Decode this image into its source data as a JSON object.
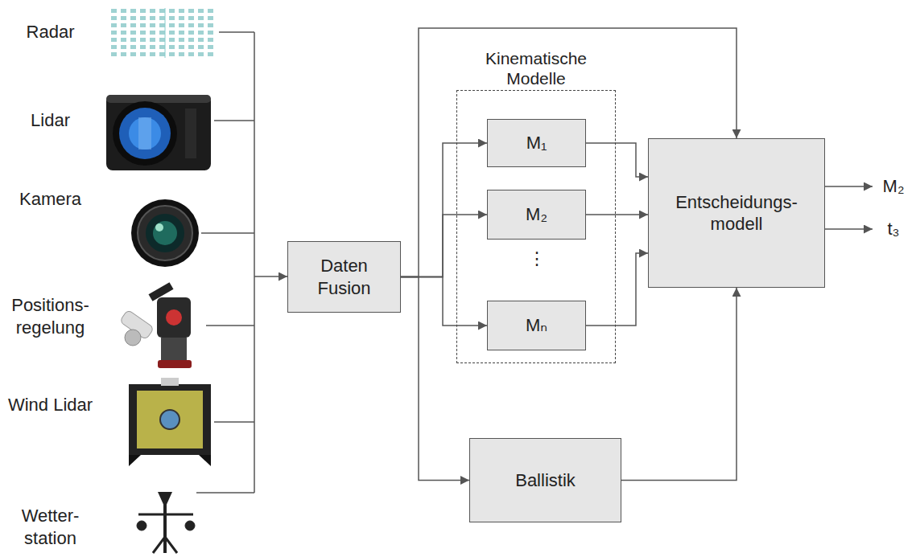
{
  "diagram": {
    "nodes": [
      {
        "text": [
          "Daten Fusion"
        ]
      },
      {
        "text": [
          "Kinematische Modelle"
        ]
      },
      {
        "text": [
          "M₁"
        ],
        "in": 1
      },
      {
        "text": [
          "M₂"
        ],
        "in": 1
      },
      {
        "text": [
          "Mₙ"
        ],
        "in": 1
      },
      {
        "text": [
          "Entscheidungs- modell"
        ]
      },
      {
        "text": [
          "Ballistik"
        ]
      }
    ],
    "edges": [
      {
        "from": 0,
        "to": 2,
        "arrow": "to"
      },
      {
        "from": 0,
        "to": 3,
        "arrow": "to"
      },
      {
        "from": 0,
        "to": 4,
        "arrow": "to"
      },
      {
        "from": 0,
        "to": 6,
        "arrow": "to"
      },
      {
        "from": 0,
        "to": 5,
        "arrow": "to"
      },
      {
        "from": 2,
        "to": 5,
        "arrow": "to"
      },
      {
        "from": 3,
        "to": 5,
        "arrow": "to"
      },
      {
        "from": 4,
        "to": 5,
        "arrow": "to"
      },
      {
        "from": 6,
        "to": 5,
        "arrow": "to"
      }
    ],
    "labels": [
      "Radar",
      "Lidar",
      "Kamera",
      "Positions- regelung",
      "Wind Lidar",
      "Wetter- station",
      "⋮",
      "M₂",
      "t₃"
    ]
  }
}
